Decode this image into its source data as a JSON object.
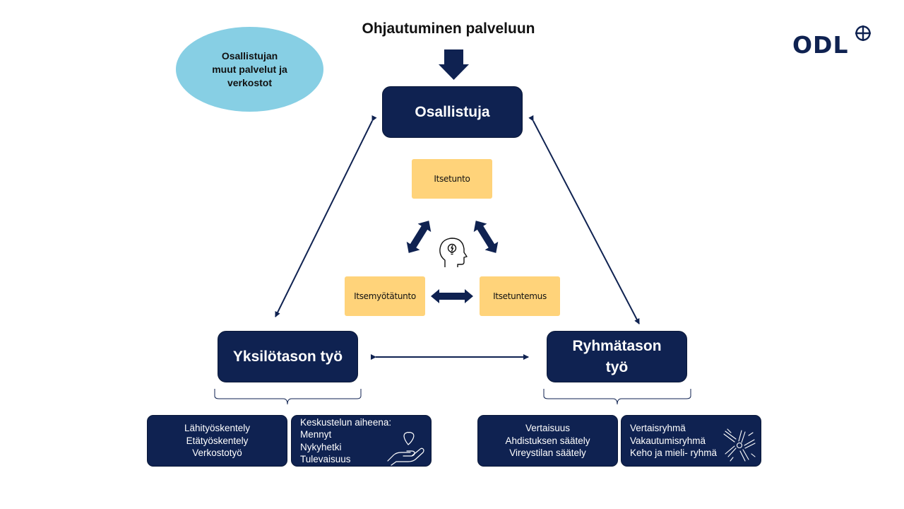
{
  "title": "Ohjautuminen palveluun",
  "logo": {
    "text": "ODL"
  },
  "ellipse": {
    "lines": [
      "Osallistujan",
      "muut palvelut ja",
      "verkostot"
    ]
  },
  "nodes": {
    "center": "Osallistuja",
    "left": "Yksilötason työ",
    "right": {
      "lines": [
        "Ryhmätason",
        "työ"
      ]
    }
  },
  "inner": {
    "top": "Itsetunto",
    "left": "Itsemyötätunto",
    "right": "Itsetuntemus"
  },
  "info_boxes": {
    "left_1": [
      "Lähityöskentely",
      "Etätyöskentely",
      "Verkostotyö"
    ],
    "left_2": [
      "Keskustelun aiheena:",
      "Mennyt",
      "Nykyhetki",
      "Tulevaisuus"
    ],
    "right_1": [
      "Vertaisuus",
      "Ahdistuksen säätely",
      "Vireystilan säätely"
    ],
    "right_2": [
      "Vertaisryhmä",
      "Vakautumisryhmä",
      "Keho ja mieli- ryhmä"
    ]
  },
  "icons": {
    "top_arrow": "down-arrow-icon",
    "head": "head-lightbulb-icon",
    "hand": "hand-heart-icon",
    "hands_group": "hands-together-icon",
    "logo_mark": "crosshair-circle-icon"
  },
  "colors": {
    "navy": "#0f2251",
    "yellow": "#ffd37a",
    "ellipse": "#87cfe4",
    "white": "#ffffff"
  }
}
